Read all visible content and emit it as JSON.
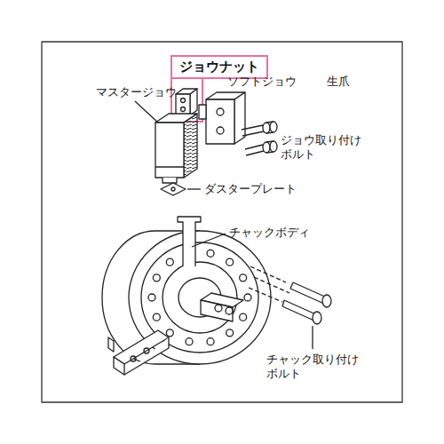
{
  "diagram": {
    "nodes": [
      {
        "text": [
          "ジョウナット"
        ]
      }
    ],
    "labels": [
      "マスタージョウ",
      "ソフトジョウ",
      "生爪",
      "ジョウ取り付け ボルト",
      "ダスタープレート",
      "チャックボディ",
      "チャック取り付け ボルト"
    ]
  }
}
